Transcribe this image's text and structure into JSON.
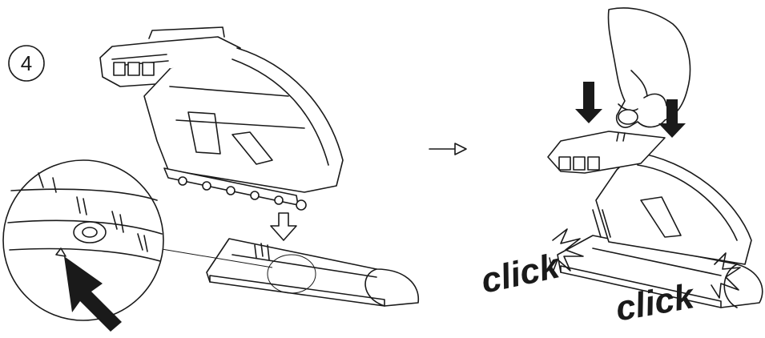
{
  "step": {
    "number": "4"
  },
  "annotations": {
    "click_1": "click",
    "click_2": "click"
  },
  "icons": [
    "step-circle-icon",
    "sequence-arrow-icon",
    "press-down-arrow-icon",
    "pointer-arrow-icon"
  ],
  "colors": {
    "ink": "#1a1a1a",
    "background": "#ffffff"
  }
}
